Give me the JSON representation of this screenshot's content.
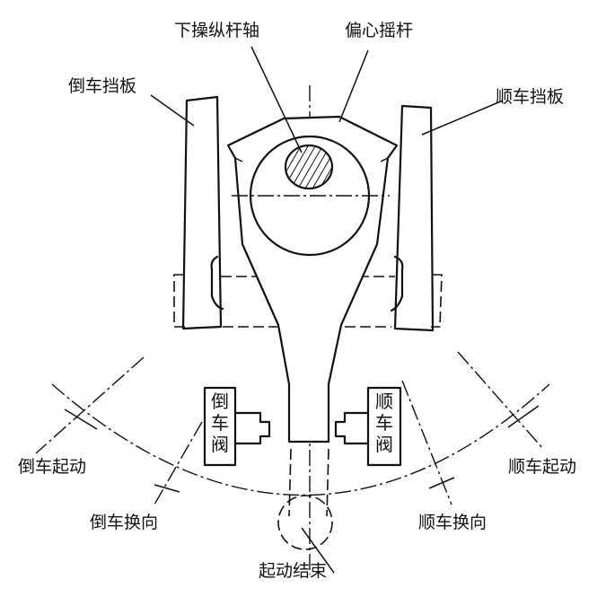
{
  "labels": {
    "lower_lever_shaft": "下操纵杆轴",
    "eccentric_rocker": "偏心摇杆",
    "reverse_baffle": "倒车挡板",
    "forward_baffle": "顺车挡板",
    "reverse_valve": "倒车阀",
    "forward_valve": "顺车阀",
    "reverse_start": "倒车起动",
    "forward_start": "顺车起动",
    "reverse_changeover": "倒车换向",
    "forward_changeover": "顺车换向",
    "start_end": "起动结束"
  }
}
